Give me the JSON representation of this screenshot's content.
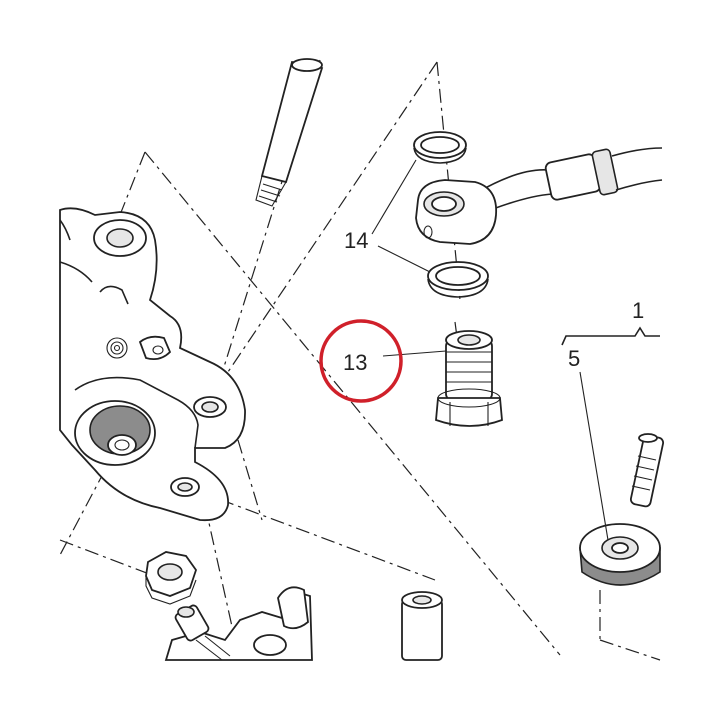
{
  "callouts": {
    "group": "1",
    "washer_label": "5",
    "banjo_bolt_label": "13",
    "seal_washers_label": "14"
  },
  "highlight": {
    "target": "13",
    "color": "#d0202a"
  }
}
